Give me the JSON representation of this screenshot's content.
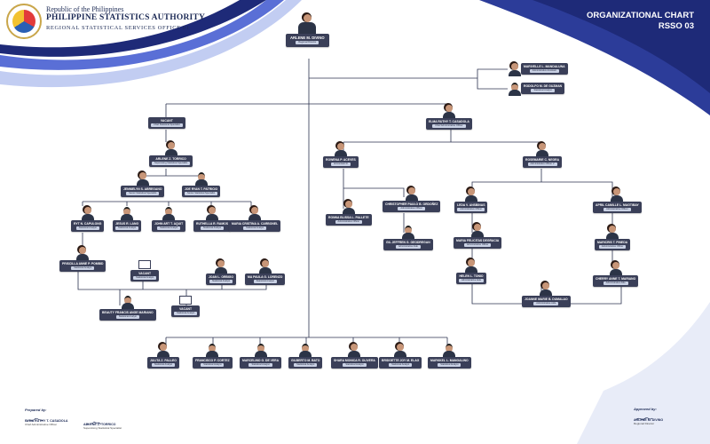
{
  "header": {
    "country": "Republic of the Philippines",
    "agency": "PHILIPPINE STATISTICS AUTHORITY",
    "office": "REGIONAL STATISTICAL SERVICES OFFICE 01",
    "chart_title": "ORGANIZATIONAL CHART",
    "chart_subtitle": "RSSO 03"
  },
  "colors": {
    "navy": "#1e2a78",
    "card": "#3a3f58",
    "line": "#2c3350"
  },
  "director": {
    "name": "ARLENE M. DIVINO",
    "position": "Regional Director"
  },
  "side_staff": [
    {
      "name": "MARIVELLE L. MANDALUNA",
      "position": "Administrative Assistant"
    },
    {
      "name": "RODOLFO M. DE GUZMAN",
      "position": "Statistical Analyst"
    }
  ],
  "left": {
    "vacant_head": {
      "name": "VACANT",
      "position": "Chief Statistical Specialist"
    },
    "supervisor": {
      "name": "ARLENE Z. TORRICO",
      "position": "Supervising Statistical Specialist"
    },
    "seniors": [
      {
        "name": "JENNIELYN S. ABREGANO",
        "position": "Senior Statistical Specialist"
      },
      {
        "name": "JOE RYAN T. PATRICIO",
        "position": "Senior Statistical Specialist"
      }
    ],
    "analysts": [
      {
        "name": "RYT N. CAPULONG",
        "position": "Statistical Analyst"
      },
      {
        "name": "JESUS R. LANG",
        "position": "Statistical Analyst"
      },
      {
        "name": "JOHN ART T. AQUIT",
        "position": "Statistical Analyst"
      },
      {
        "name": "RUTHELLA R. RAMOS",
        "position": "Statistical Analyst"
      },
      {
        "name": "MARIA CRISTINA A. CARBONEL",
        "position": "Statistical Analyst"
      }
    ],
    "row3": [
      {
        "name": "PRISCILLA ANNE P. POMBID",
        "position": "Statistical Analyst",
        "vacant": false
      },
      {
        "name": "VACANT",
        "position": "Statistical Analyst",
        "vacant": true
      },
      {
        "name": "JOAN L. ORBIGO",
        "position": "Statistical Analyst",
        "vacant": false
      },
      {
        "name": "MA PAULA G. LORENZO",
        "position": "Statistical Analyst",
        "vacant": false
      }
    ],
    "row4": [
      {
        "name": "BEAUTY FRANCIS ANGE MARIANO",
        "position": "Statistical Analyst",
        "vacant": false
      },
      {
        "name": "VACANT",
        "position": "Statistical Analyst",
        "vacant": true
      }
    ]
  },
  "right": {
    "head": {
      "name": "ELMA RUTHY T. CASADOLA",
      "position": "Chief Administrative Officer"
    },
    "managers": [
      {
        "name": "ROWENA P. ACEVES",
        "position": "Accountant III"
      },
      {
        "name": "ROSEMARIE C. NEGRA",
        "position": "Administrative Officer V"
      }
    ],
    "accounting": [
      {
        "name": "RONNA BLISSA L. PALLETE",
        "position": "Administrative Officer"
      },
      {
        "name": "CHRISTOPHER PAULO B. ORDOÑEZ",
        "position": "Administrative Officer"
      }
    ],
    "accounting_sub": {
      "name": "GIL JEFFREN G. GEODREGAN",
      "position": "Administrative Aide"
    },
    "admin_left": [
      {
        "name": "LEDA V. ANSBINAS",
        "position": "Administrative Officer"
      },
      {
        "name": "MARIA FELICITAS DEGRACIA",
        "position": "Administrative Officer"
      },
      {
        "name": "HELEN L. TONIO",
        "position": "Administrative Aide"
      }
    ],
    "admin_right": [
      {
        "name": "APRIL CAMILLE L. MAGTIBAY",
        "position": "Administrative Officer"
      },
      {
        "name": "MARICRIS T. PINEDA",
        "position": "Administrative Officer"
      },
      {
        "name": "CHERRY ANNE T. MARIANO",
        "position": "Administrative Aide"
      }
    ],
    "admin_bottom": {
      "name": "JOANNE MARIE B. DUMALAO",
      "position": "Administrative Aide"
    }
  },
  "bottom_row": [
    {
      "name": "JULITA Z. PALLEO",
      "position": "Statistical Analyst"
    },
    {
      "name": "FRANCISCO P. CORTEZ",
      "position": "Statistical Analyst"
    },
    {
      "name": "MARCELINO G. DE VERA",
      "position": "Statistical Analyst"
    },
    {
      "name": "GILBERTO M. BATO",
      "position": "Statistical Analyst"
    },
    {
      "name": "SHARA MONICA R. OLIVERA",
      "position": "Statistical Analyst"
    },
    {
      "name": "BRIDGETTE JOY M. ELAG",
      "position": "Statistical Analyst"
    },
    {
      "name": "MARKKEL L. MANGALINO",
      "position": "Statistical Analyst"
    }
  ],
  "footer": {
    "prepared_label": "Prepared by:",
    "preparers": [
      {
        "name": "ELMA RUTHY T. CASADOLA",
        "position": "Chief Administrative Officer"
      },
      {
        "name": "ARLENE Z. TORRICO",
        "position": "Supervising Statistical Specialist"
      }
    ],
    "approved_label": "Approved by:",
    "approver": {
      "name": "ARLENE M. DIVINO",
      "position": "Regional Director"
    }
  }
}
